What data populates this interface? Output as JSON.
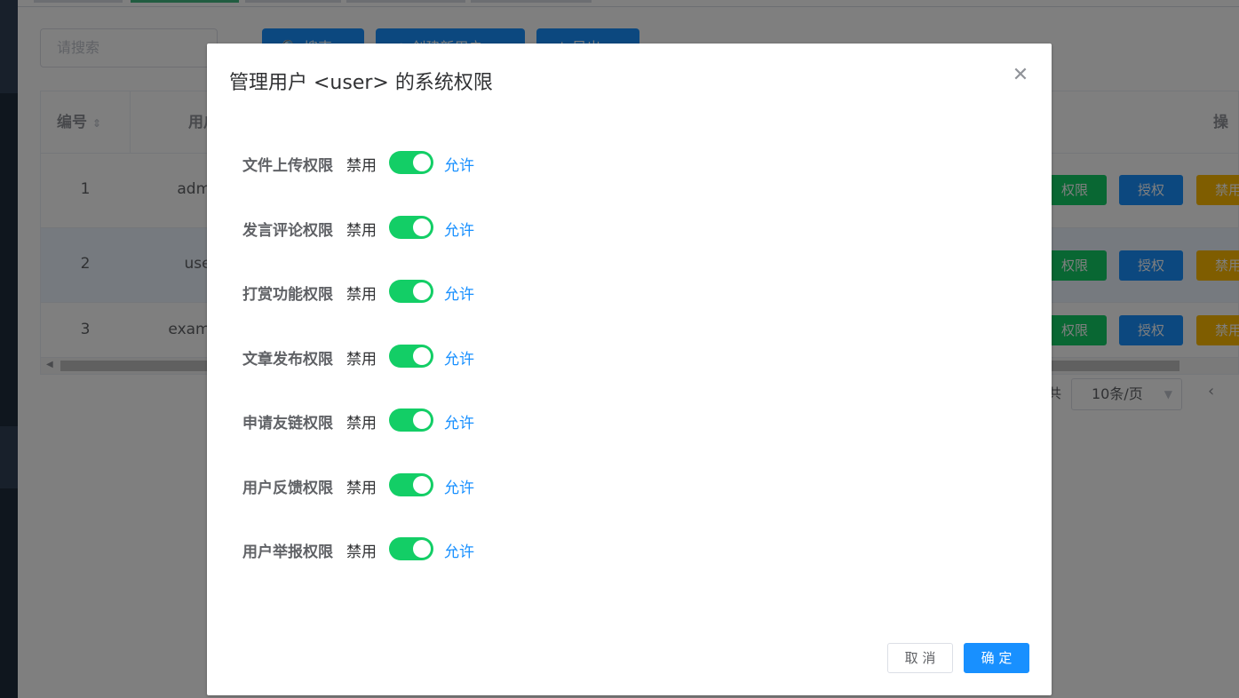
{
  "background": {
    "search_placeholder": "请搜索",
    "buttons": [
      {
        "label": "🔍 搜索"
      },
      {
        "label": "⊕ 创建新用户"
      },
      {
        "label": "↓ 导出"
      }
    ],
    "table": {
      "headers": {
        "id": "编号",
        "name": "用户名",
        "ops": "操作"
      },
      "rows": [
        {
          "id": "1",
          "name": "admin"
        },
        {
          "id": "2",
          "name": "user"
        },
        {
          "id": "3",
          "name": "example"
        }
      ],
      "op_buttons": {
        "perm": "权限",
        "grant": "授权",
        "ban": "禁用"
      }
    },
    "pager": {
      "total": "共",
      "page_size": "10条/页"
    }
  },
  "dialog": {
    "title": "管理用户 <user> 的系统权限",
    "off_label": "禁用",
    "on_label": "允许",
    "permissions": [
      {
        "label": "文件上传权限",
        "enabled": true
      },
      {
        "label": "发言评论权限",
        "enabled": true
      },
      {
        "label": "打赏功能权限",
        "enabled": true
      },
      {
        "label": "文章发布权限",
        "enabled": true
      },
      {
        "label": "申请友链权限",
        "enabled": true
      },
      {
        "label": "用户反馈权限",
        "enabled": true
      },
      {
        "label": "用户举报权限",
        "enabled": true
      }
    ],
    "cancel_label": "取 消",
    "confirm_label": "确 定"
  },
  "colors": {
    "switch_on": "#13ce66",
    "switch_off": "#dcdfe6",
    "active_text": "#1890ff",
    "primary": "#1890ff"
  }
}
